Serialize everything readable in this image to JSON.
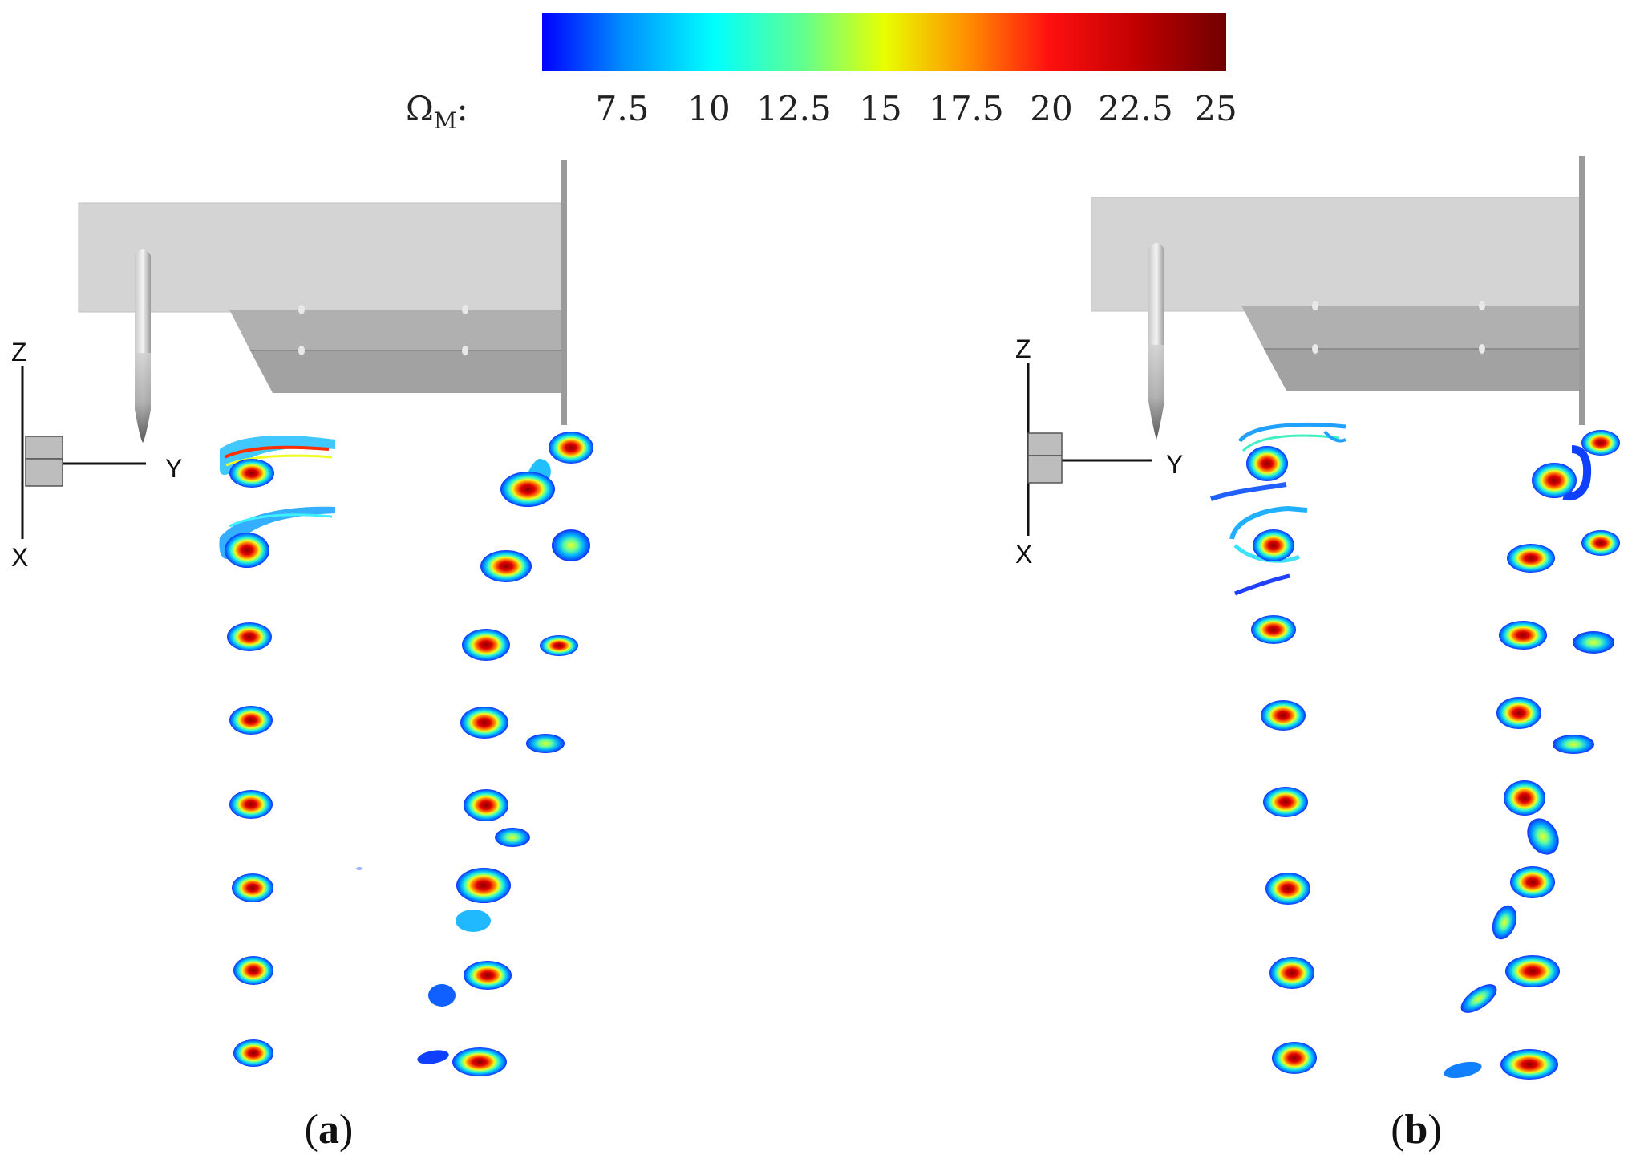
{
  "colorbar": {
    "symbol": "Ω",
    "subscript": "M",
    "suffix": ":",
    "ticks": [
      "7.5",
      "10",
      "12.5",
      "15",
      "17.5",
      "20",
      "22.5",
      "25"
    ],
    "colors": [
      "#0000ff",
      "#0090ff",
      "#00ffff",
      "#60ff90",
      "#e8ff00",
      "#ff9000",
      "#ff1010",
      "#c00000",
      "#700000"
    ]
  },
  "panels": [
    {
      "tag": "a",
      "axis_labels": {
        "z": "Z",
        "y": "Y",
        "x": "X"
      }
    },
    {
      "tag": "b",
      "axis_labels": {
        "z": "Z",
        "y": "Y",
        "x": "X"
      }
    }
  ]
}
